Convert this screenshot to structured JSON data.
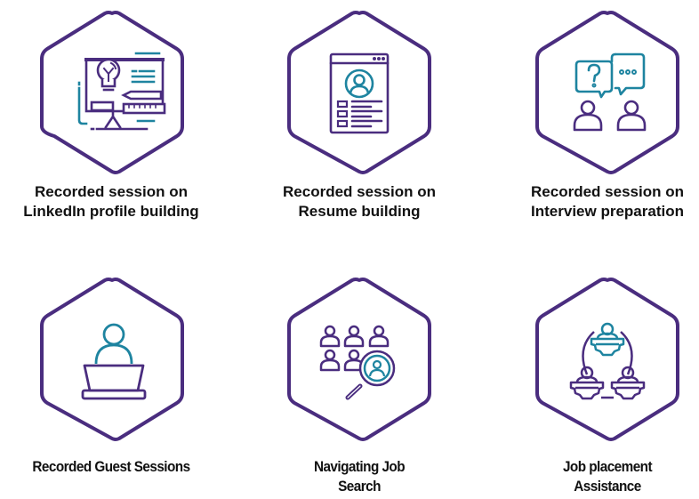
{
  "colors": {
    "hex_border": "#4a2d7f",
    "icon_primary": "#4a2d7f",
    "icon_accent": "#1e84a0",
    "label_text": "#111111",
    "background": "#ffffff"
  },
  "items": [
    {
      "icon": "presentation-board-lightbulb-icon",
      "label_lines": [
        "Recorded session on",
        "LinkedIn profile building"
      ]
    },
    {
      "icon": "resume-document-icon",
      "label_lines": [
        "Recorded session on",
        "Resume building"
      ]
    },
    {
      "icon": "interview-chat-icon",
      "label_lines": [
        "Recorded session on",
        "Interview preparation"
      ]
    },
    {
      "icon": "speaker-podium-icon",
      "label_lines": [
        "Recorded Guest Sessions"
      ]
    },
    {
      "icon": "people-search-icon",
      "label_lines": [
        "Navigating Job",
        "Search"
      ]
    },
    {
      "icon": "team-gears-icon",
      "label_lines": [
        "Job placement",
        "Assistance"
      ]
    }
  ]
}
